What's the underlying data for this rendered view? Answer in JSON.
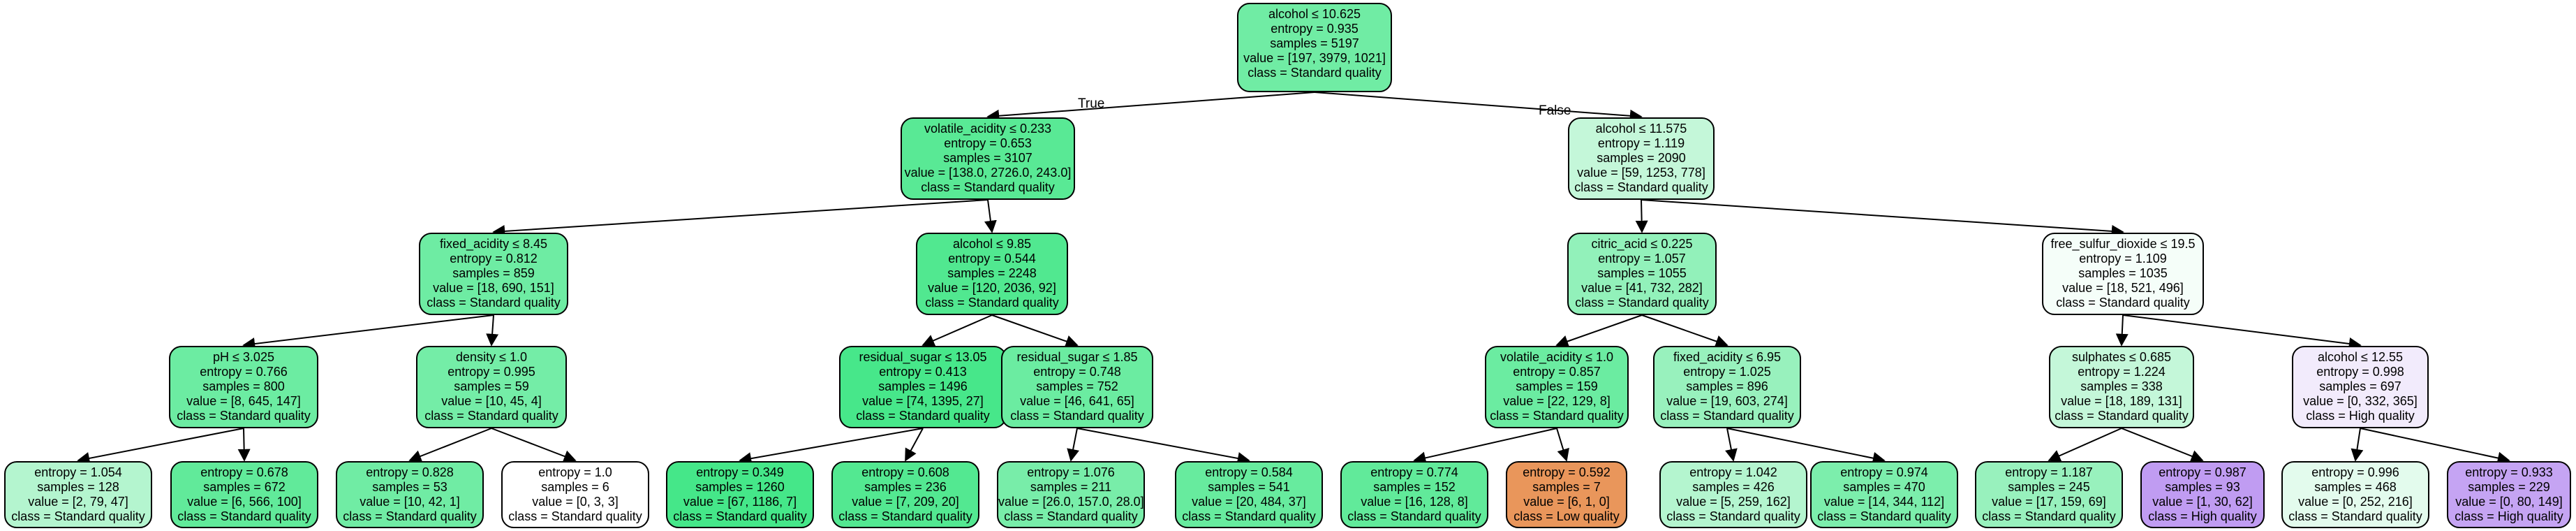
{
  "edges": {
    "true_label": "True",
    "false_label": "False"
  },
  "colors": {
    "edge": "#000000",
    "node_border": "#000000",
    "standard_quality": "#39e581",
    "low_quality": "#e58139",
    "high_quality": "#8139e5"
  },
  "nodes": [
    {
      "id": "n0",
      "parent": null,
      "lines": [
        "alcohol ≤ 10.625",
        "entropy = 0.935",
        "samples = 5197",
        "value = [197, 3979, 1021]",
        "class = Standard quality"
      ],
      "class": "standard",
      "purity": 0.72
    },
    {
      "id": "n1",
      "parent": "n0",
      "lines": [
        "volatile_acidity ≤ 0.233",
        "entropy = 0.653",
        "samples = 3107",
        "value = [138.0, 2726.0, 243.0]",
        "class = Standard quality"
      ],
      "class": "standard",
      "purity": 0.84
    },
    {
      "id": "n2",
      "parent": "n0",
      "lines": [
        "alcohol ≤ 11.575",
        "entropy = 1.119",
        "samples = 2090",
        "value = [59, 1253, 778]",
        "class = Standard quality"
      ],
      "class": "standard",
      "purity": 0.3
    },
    {
      "id": "n3",
      "parent": "n1",
      "lines": [
        "fixed_acidity ≤ 8.45",
        "entropy = 0.812",
        "samples = 859",
        "value = [18, 690, 151]",
        "class = Standard quality"
      ],
      "class": "standard",
      "purity": 0.73
    },
    {
      "id": "n4",
      "parent": "n1",
      "lines": [
        "alcohol ≤ 9.85",
        "entropy = 0.544",
        "samples = 2248",
        "value = [120, 2036, 92]",
        "class = Standard quality"
      ],
      "class": "standard",
      "purity": 0.88
    },
    {
      "id": "n5",
      "parent": "n2",
      "lines": [
        "citric_acid ≤ 0.225",
        "entropy = 1.057",
        "samples = 1055",
        "value = [41, 732, 282]",
        "class = Standard quality"
      ],
      "class": "standard",
      "purity": 0.55
    },
    {
      "id": "n6",
      "parent": "n2",
      "lines": [
        "free_sulfur_dioxide ≤ 19.5",
        "entropy = 1.109",
        "samples = 1035",
        "value = [18, 521, 496]",
        "class = Standard quality"
      ],
      "class": "standard",
      "purity": 0.05
    },
    {
      "id": "n7",
      "parent": "n3",
      "lines": [
        "pH ≤ 3.025",
        "entropy = 0.766",
        "samples = 800",
        "value = [8, 645, 147]",
        "class = Standard quality"
      ],
      "class": "standard",
      "purity": 0.74
    },
    {
      "id": "n8",
      "parent": "n3",
      "lines": [
        "density ≤ 1.0",
        "entropy = 0.995",
        "samples = 59",
        "value = [10, 45, 4]",
        "class = Standard quality"
      ],
      "class": "standard",
      "purity": 0.7
    },
    {
      "id": "n9",
      "parent": "n4",
      "lines": [
        "residual_sugar ≤ 13.05",
        "entropy = 0.413",
        "samples = 1496",
        "value = [74, 1395, 27]",
        "class = Standard quality"
      ],
      "class": "standard",
      "purity": 0.93
    },
    {
      "id": "n10",
      "parent": "n4",
      "lines": [
        "residual_sugar ≤ 1.85",
        "entropy = 0.748",
        "samples = 752",
        "value = [46, 641, 65]",
        "class = Standard quality"
      ],
      "class": "standard",
      "purity": 0.75
    },
    {
      "id": "n11",
      "parent": "n5",
      "lines": [
        "volatile_acidity ≤ 1.0",
        "entropy = 0.857",
        "samples = 159",
        "value = [22, 129, 8]",
        "class = Standard quality"
      ],
      "class": "standard",
      "purity": 0.75
    },
    {
      "id": "n12",
      "parent": "n5",
      "lines": [
        "fixed_acidity ≤ 6.95",
        "entropy = 1.025",
        "samples = 896",
        "value = [19, 603, 274]",
        "class = Standard quality"
      ],
      "class": "standard",
      "purity": 0.52
    },
    {
      "id": "n13",
      "parent": "n6",
      "lines": [
        "sulphates ≤ 0.685",
        "entropy = 1.224",
        "samples = 338",
        "value = [18, 189, 131]",
        "class = Standard quality"
      ],
      "class": "standard",
      "purity": 0.3
    },
    {
      "id": "n14",
      "parent": "n6",
      "lines": [
        "alcohol ≤ 12.55",
        "entropy = 0.998",
        "samples = 697",
        "value = [0, 332, 365]",
        "class = High quality"
      ],
      "class": "high",
      "purity": 0.1
    },
    {
      "id": "n15",
      "parent": "n7",
      "lines": [
        "entropy = 1.054",
        "samples = 128",
        "value = [2, 79, 47]",
        "class = Standard quality"
      ],
      "class": "standard",
      "purity": 0.38
    },
    {
      "id": "n16",
      "parent": "n7",
      "lines": [
        "entropy = 0.678",
        "samples = 672",
        "value = [6, 566, 100]",
        "class = Standard quality"
      ],
      "class": "standard",
      "purity": 0.8
    },
    {
      "id": "n17",
      "parent": "n8",
      "lines": [
        "entropy = 0.828",
        "samples = 53",
        "value = [10, 42, 1]",
        "class = Standard quality"
      ],
      "class": "standard",
      "purity": 0.72
    },
    {
      "id": "n18",
      "parent": "n8",
      "lines": [
        "entropy = 1.0",
        "samples = 6",
        "value = [0, 3, 3]",
        "class = Standard quality"
      ],
      "class": "standard",
      "purity": 0.0
    },
    {
      "id": "n19",
      "parent": "n9",
      "lines": [
        "entropy = 0.349",
        "samples = 1260",
        "value = [67, 1186, 7]",
        "class = Standard quality"
      ],
      "class": "standard",
      "purity": 0.94
    },
    {
      "id": "n20",
      "parent": "n9",
      "lines": [
        "entropy = 0.608",
        "samples = 236",
        "value = [7, 209, 20]",
        "class = Standard quality"
      ],
      "class": "standard",
      "purity": 0.87
    },
    {
      "id": "n21",
      "parent": "n10",
      "lines": [
        "entropy = 1.076",
        "samples = 211",
        "value = [26.0, 157.0, 28.0]",
        "class = Standard quality"
      ],
      "class": "standard",
      "purity": 0.68
    },
    {
      "id": "n22",
      "parent": "n10",
      "lines": [
        "entropy = 0.584",
        "samples = 541",
        "value = [20, 484, 37]",
        "class = Standard quality"
      ],
      "class": "standard",
      "purity": 0.77
    },
    {
      "id": "n23",
      "parent": "n11",
      "lines": [
        "entropy = 0.774",
        "samples = 152",
        "value = [16, 128, 8]",
        "class = Standard quality"
      ],
      "class": "standard",
      "purity": 0.8
    },
    {
      "id": "n24",
      "parent": "n11",
      "lines": [
        "entropy = 0.592",
        "samples = 7",
        "value = [6, 1, 0]",
        "class = Low quality"
      ],
      "class": "low",
      "purity": 0.83
    },
    {
      "id": "n25",
      "parent": "n12",
      "lines": [
        "entropy = 1.042",
        "samples = 426",
        "value = [5, 259, 162]",
        "class = Standard quality"
      ],
      "class": "standard",
      "purity": 0.38
    },
    {
      "id": "n26",
      "parent": "n12",
      "lines": [
        "entropy = 0.974",
        "samples = 470",
        "value = [14, 344, 112]",
        "class = Standard quality"
      ],
      "class": "standard",
      "purity": 0.66
    },
    {
      "id": "n27",
      "parent": "n13",
      "lines": [
        "entropy = 1.187",
        "samples = 245",
        "value = [17, 159, 69]",
        "class = Standard quality"
      ],
      "class": "standard",
      "purity": 0.52
    },
    {
      "id": "n28",
      "parent": "n13",
      "lines": [
        "entropy = 0.987",
        "samples = 93",
        "value = [1, 30, 62]",
        "class = High quality"
      ],
      "class": "high",
      "purity": 0.5
    },
    {
      "id": "n29",
      "parent": "n14",
      "lines": [
        "entropy = 0.996",
        "samples = 468",
        "value = [0, 252, 216]",
        "class = Standard quality"
      ],
      "class": "standard",
      "purity": 0.14
    },
    {
      "id": "n30",
      "parent": "n14",
      "lines": [
        "entropy = 0.933",
        "samples = 229",
        "value = [0, 80, 149]",
        "class = High quality"
      ],
      "class": "high",
      "purity": 0.46
    }
  ]
}
